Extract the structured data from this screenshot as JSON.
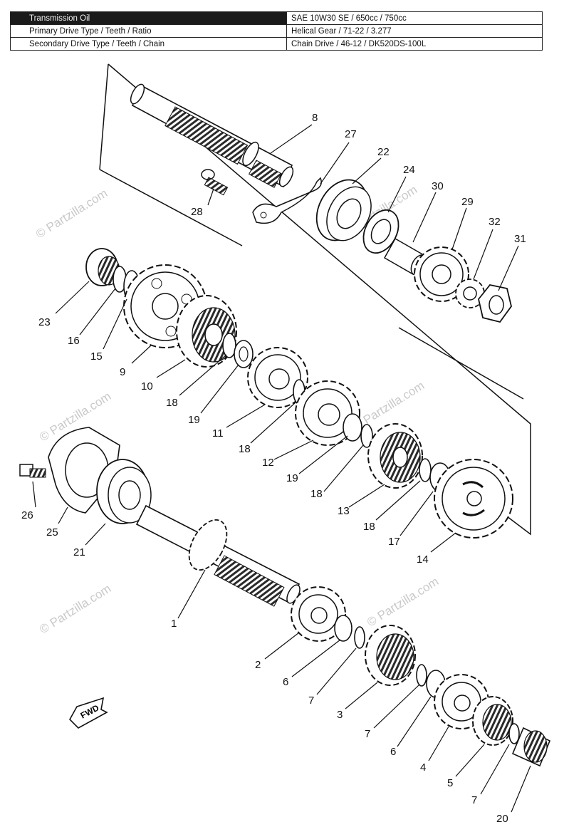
{
  "spec_table": [
    {
      "label": "Transmission Oil",
      "value": "SAE 10W30 SE / 650cc / 750cc"
    },
    {
      "label": "Primary Drive Type / Teeth / Ratio",
      "value": "Helical Gear / 71-22 / 3.277"
    },
    {
      "label": "Secondary Drive Type / Teeth / Chain",
      "value": "Chain Drive / 46-12 / DK520DS-100L"
    }
  ],
  "callouts": {
    "c1": "1",
    "c2": "2",
    "c3": "3",
    "c4": "4",
    "c5": "5",
    "c6a": "6",
    "c6b": "6",
    "c7a": "7",
    "c7b": "7",
    "c7c": "7",
    "c8": "8",
    "c9": "9",
    "c10": "10",
    "c11": "11",
    "c12": "12",
    "c13": "13",
    "c14": "14",
    "c15": "15",
    "c16": "16",
    "c17": "17",
    "c18a": "18",
    "c18b": "18",
    "c18c": "18",
    "c18d": "18",
    "c19a": "19",
    "c19b": "19",
    "c20": "20",
    "c21": "21",
    "c22": "22",
    "c23": "23",
    "c24": "24",
    "c25": "25",
    "c26": "26",
    "c27": "27",
    "c28": "28",
    "c29": "29",
    "c30": "30",
    "c31": "31",
    "c32": "32"
  },
  "direction_marker": "FWD",
  "watermark": "© Partzilla.com"
}
